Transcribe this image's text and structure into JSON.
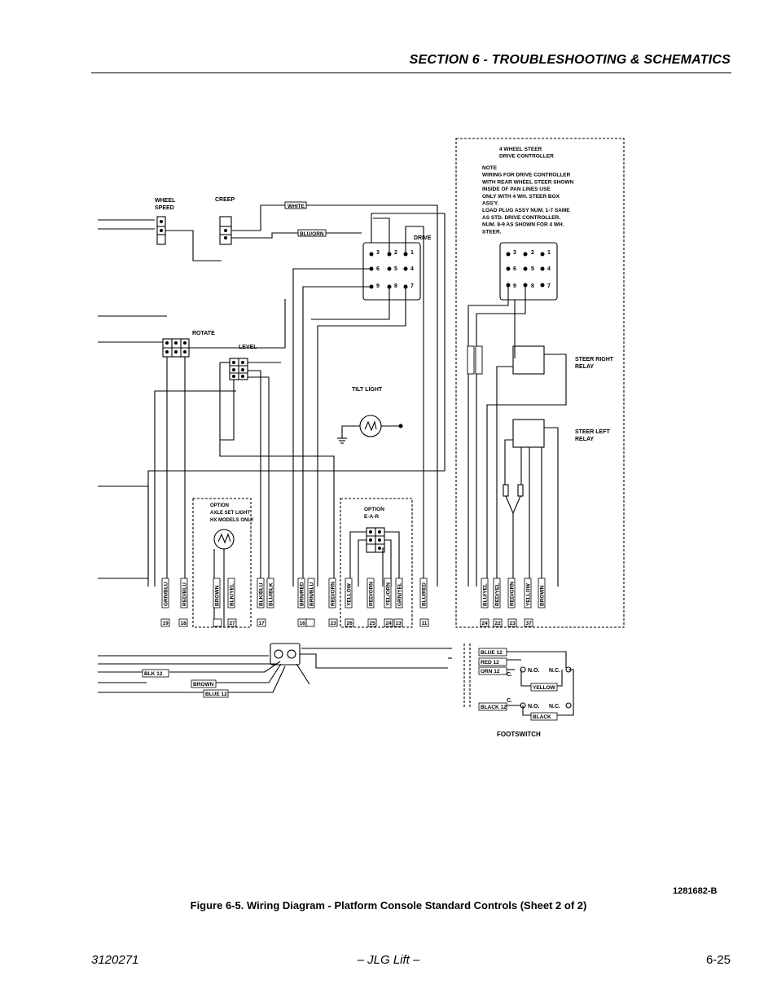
{
  "header": {
    "section_title": "SECTION 6 - TROUBLESHOOTING & SCHEMATICS"
  },
  "diagram": {
    "labels": {
      "wheel_speed": [
        "WHEEL",
        "SPEED"
      ],
      "creep": "CREEP",
      "drive": "DRIVE",
      "rotate": "ROTATE",
      "level": "LEVEL",
      "tilt_light": "TILT LIGHT",
      "option_axle": [
        "OPTION",
        "AXLE SET LIGHT",
        "HX MODELS ONLY"
      ],
      "option_ear": [
        "OPTION",
        "E-A-R"
      ],
      "four_wheel_steer": [
        "4 WHEEL STEER",
        "DRIVE CONTROLLER"
      ],
      "note_lines": [
        "NOTE",
        "WIRING FOR DRIVE CONTROLLER",
        "WITH REAR WHEEL STEER SHOWN",
        "INSIDE OF PAN LINES USE",
        "ONLY WITH 4 WH. STEER BOX",
        "ASS'Y.",
        "LOAD PLUG ASSY NUM. 1-7 SAME",
        "AS STD. DRIVE CONTROLLER.",
        "NUM. 8-9 AS SHOWN FOR 4 WH.",
        "STEER."
      ],
      "steer_right_relay": [
        "STEER RIGHT",
        "RELAY"
      ],
      "steer_left_relay": [
        "STEER LEFT",
        "RELAY"
      ],
      "footswitch": "FOOTSWITCH",
      "white_wire": "WHITE",
      "blu_orn_wire": "BLU/ORN",
      "plug_pins": [
        "3",
        "2",
        "1",
        "6",
        "5",
        "4",
        "9",
        "8",
        "7"
      ]
    },
    "wire_colors": [
      "GRN/BLU",
      "RED/BLU",
      "BROWN",
      "BLK/YEL",
      "BLK/BLU",
      "BLU/BLK",
      "BRN/RED",
      "BRN/BLU",
      "RED/ORN",
      "YELLOW",
      "RED/ORN",
      "YEL/ORN",
      "GRN/YEL",
      "BLU/RED",
      "BLU/YEL",
      "RED/YEL",
      "RED/GRN",
      "YELLOW",
      "BROWN"
    ],
    "steer_wires": [
      "GRN/YEL",
      "BLU/YEL"
    ],
    "terminals": [
      "19",
      "18",
      "",
      "27",
      "17",
      "16",
      "",
      "23",
      "26",
      "25",
      "24",
      "13",
      "11",
      "24",
      "22",
      "23",
      "37"
    ],
    "bottom_wires": {
      "left": [
        "BLK 12",
        "BROWN",
        "BLUE 12"
      ],
      "right": [
        "BLUE 12",
        "RED 12",
        "ORN 12",
        "BLACK 12"
      ],
      "switch_wires": [
        "YELLOW",
        "BLACK"
      ],
      "switch_labels": [
        "N.O.",
        "N.C.",
        "C."
      ]
    }
  },
  "figure": {
    "drawing_number": "1281682-B",
    "caption": "Figure 6-5.  Wiring Diagram - Platform Console Standard Controls (Sheet 2 of 2)"
  },
  "footer": {
    "doc_number": "3120271",
    "center": "– JLG Lift –",
    "page": "6-25"
  }
}
